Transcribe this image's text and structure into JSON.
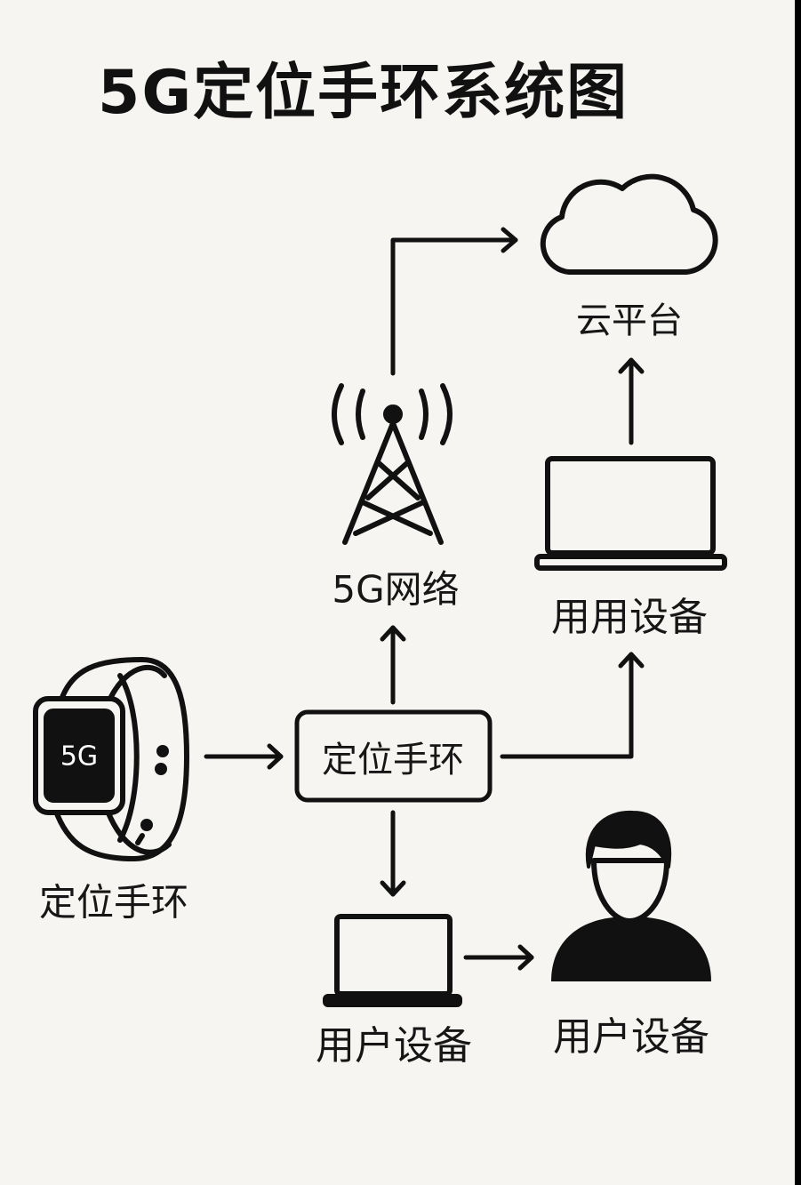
{
  "title": "5G定位手环系统图",
  "nodes": {
    "cloud": {
      "label": "云平台",
      "icon": "cloud-icon"
    },
    "network": {
      "label": "5G网络",
      "icon": "cell-tower-icon"
    },
    "app_device": {
      "label": "用用设备",
      "icon": "laptop-icon"
    },
    "watch": {
      "label": "定位手环",
      "screen_text": "5G",
      "icon": "smartwatch-icon"
    },
    "center_box": {
      "label": "定位手环"
    },
    "user_device": {
      "label": "用户设备",
      "icon": "laptop-icon"
    },
    "user": {
      "label": "用户设备",
      "icon": "user-icon"
    }
  },
  "colors": {
    "background": "#f6f5f1",
    "stroke": "#111111"
  }
}
